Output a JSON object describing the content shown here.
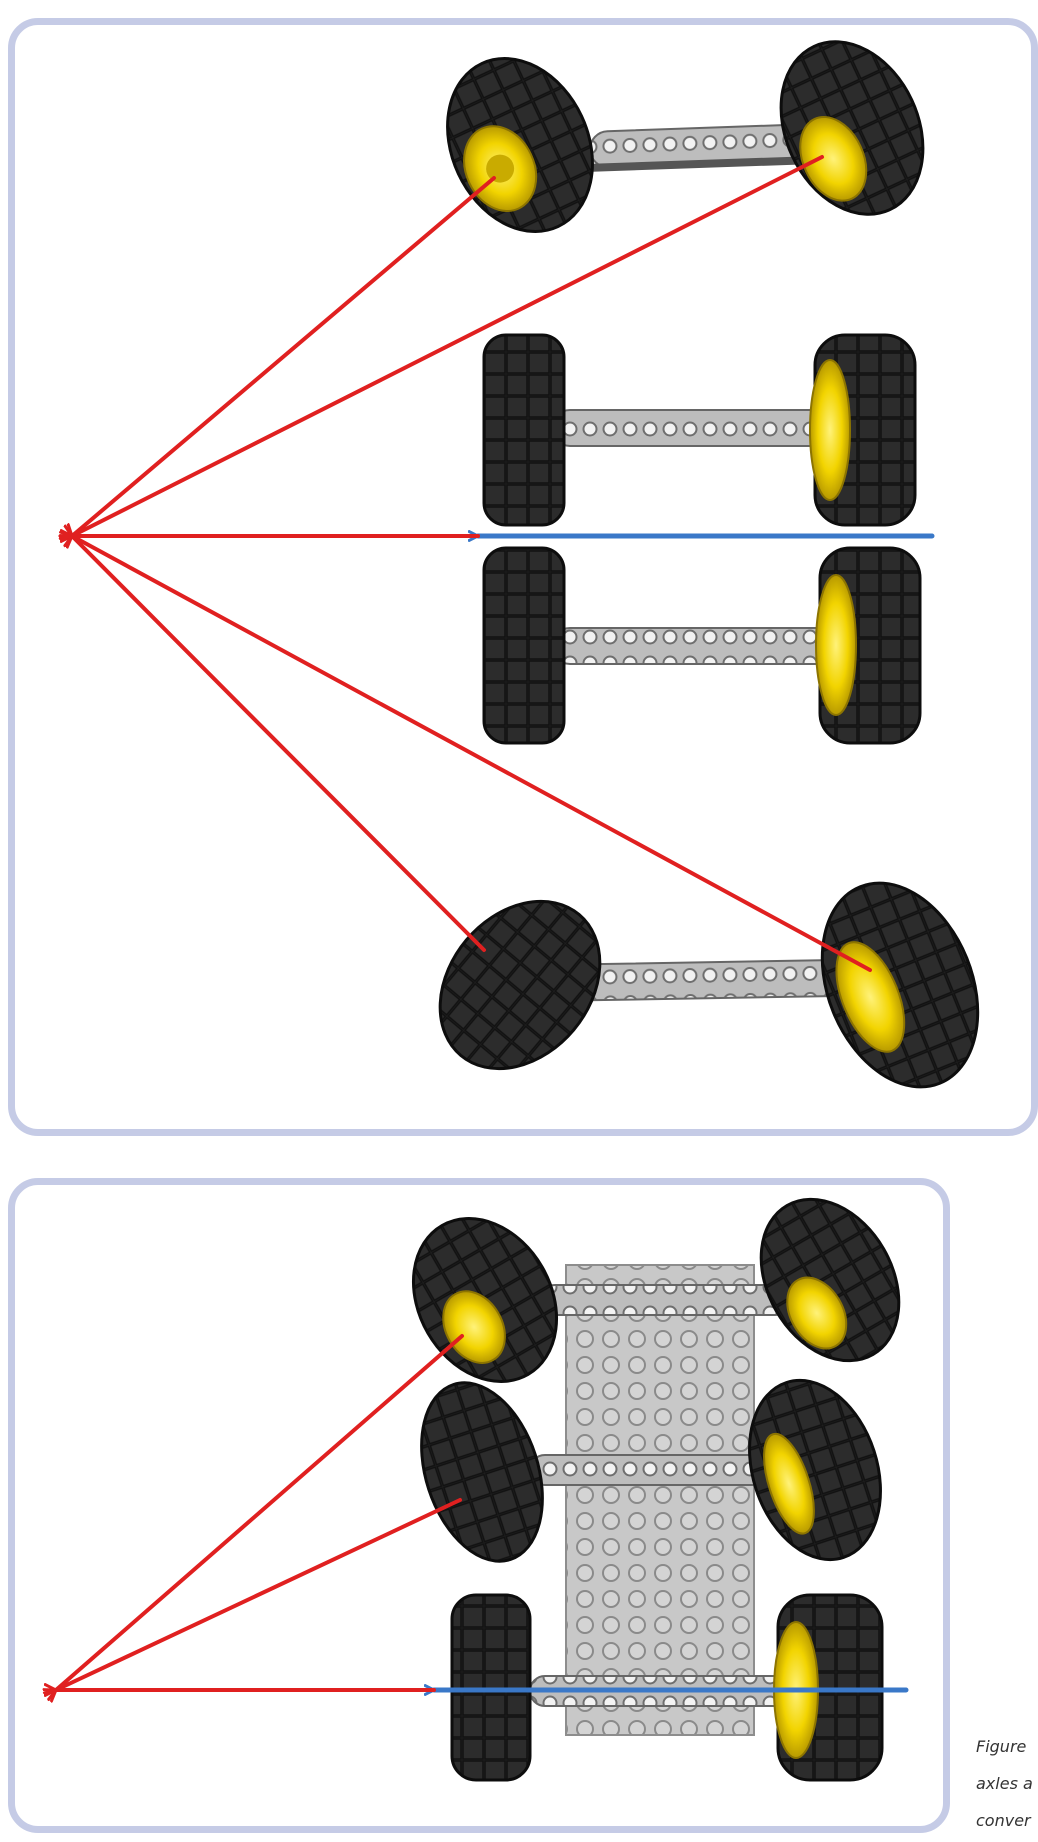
{
  "caption": {
    "line1": "Figure",
    "line2": "axles a",
    "line3": "conver"
  },
  "colors": {
    "panel_border": "#c5cbe6",
    "arrow_red": "#e02020",
    "axis_blue": "#3a78c8",
    "tire": "#1c1c1c",
    "hub": "#f2d400",
    "beam": "#b8b8b8",
    "plate": "#c6c6c6"
  }
}
